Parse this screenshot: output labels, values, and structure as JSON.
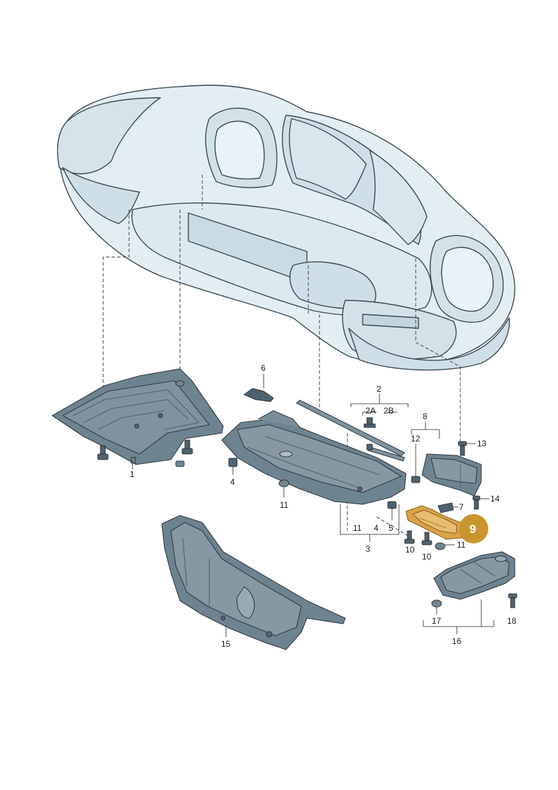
{
  "diagram": {
    "colors": {
      "body_fill": "#e3eef3",
      "body_shade": "#cfdfe7",
      "body_stroke": "#3c4a52",
      "part_fill": "#6e8390",
      "part_shade": "#4f6270",
      "part_light": "#9aaab4",
      "highlight": "#d9a24a",
      "highlight_badge": "#c8952e",
      "line": "#222222"
    },
    "labels": {
      "p1": "1",
      "p2": "2",
      "p2a": "2A",
      "p2b": "2B",
      "p3": "3",
      "p4": "4",
      "p4b": "4",
      "p5": "5",
      "p6": "6",
      "p7": "7",
      "p8": "8",
      "p10a": "10",
      "p10b": "10",
      "p11a": "11",
      "p11b": "11",
      "p11c": "11",
      "p12": "12",
      "p13": "13",
      "p14": "14",
      "p15": "15",
      "p16": "16",
      "p17": "17",
      "p18": "18"
    },
    "highlighted_part": "9"
  }
}
